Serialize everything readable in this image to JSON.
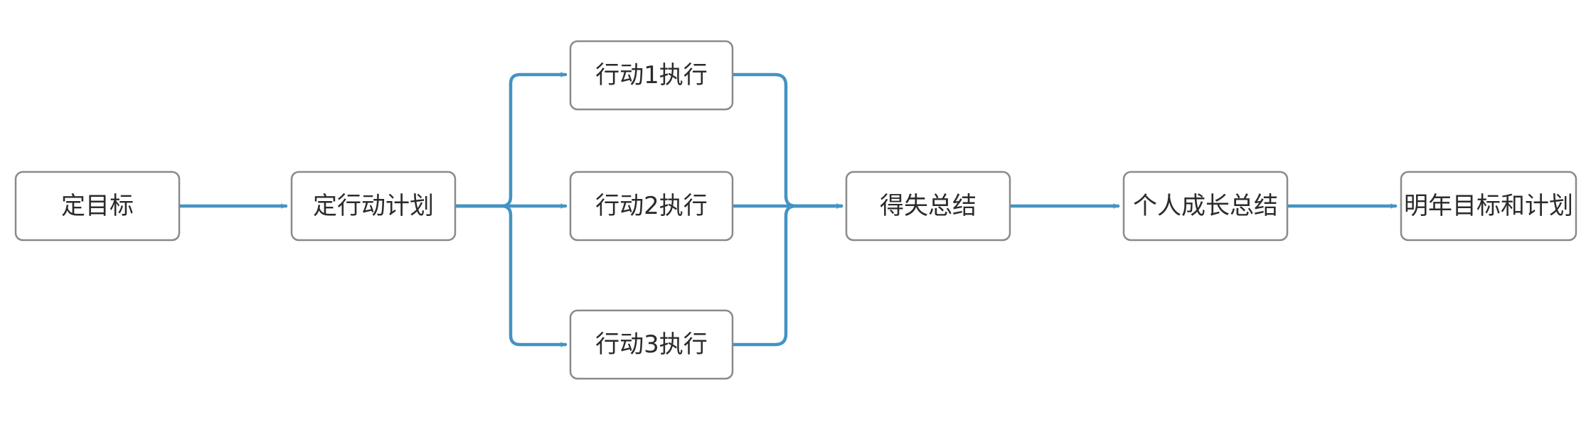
{
  "diagram": {
    "type": "flowchart",
    "edge_color": "#4393c3",
    "node_border_color": "#8a8a8a",
    "nodes": [
      {
        "id": "n1",
        "label": "定目标"
      },
      {
        "id": "n2",
        "label": "定行动计划"
      },
      {
        "id": "n3",
        "label": "行动1执行"
      },
      {
        "id": "n4",
        "label": "行动2执行"
      },
      {
        "id": "n5",
        "label": "行动3执行"
      },
      {
        "id": "n6",
        "label": "得失总结"
      },
      {
        "id": "n7",
        "label": "个人成长总结"
      },
      {
        "id": "n8",
        "label": "明年目标和计划"
      }
    ],
    "edges": [
      {
        "from": "n1",
        "to": "n2"
      },
      {
        "from": "n2",
        "to": "n3"
      },
      {
        "from": "n2",
        "to": "n4"
      },
      {
        "from": "n2",
        "to": "n5"
      },
      {
        "from": "n3",
        "to": "n6"
      },
      {
        "from": "n4",
        "to": "n6"
      },
      {
        "from": "n5",
        "to": "n6"
      },
      {
        "from": "n6",
        "to": "n7"
      },
      {
        "from": "n7",
        "to": "n8"
      }
    ]
  }
}
